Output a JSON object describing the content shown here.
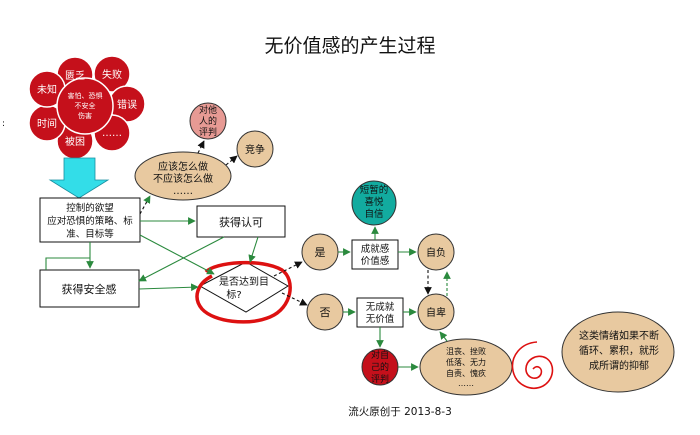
{
  "title": "无价值感的产生过程",
  "footer": "流火原创于 2013-8-3",
  "cluster": {
    "center": [
      "害怕、恐惧",
      "不安全",
      "伤害"
    ],
    "petals": [
      "匮乏",
      "失败",
      "错误",
      "……",
      "被困",
      "时间",
      "未知"
    ]
  },
  "nodes": {
    "desire": [
      "控制的欲望",
      "应对恐惧的策略、标",
      "准、目标等"
    ],
    "approval": "获得认可",
    "security": "获得安全感",
    "should": [
      "应该怎么做",
      "不应该怎么做",
      "……"
    ],
    "others_eval": [
      "对他",
      "人的",
      "评判"
    ],
    "compete": "竞争",
    "reached": [
      "是否达到目",
      "标?"
    ],
    "yes": "是",
    "no": "否",
    "achievement": [
      "成就感",
      "价值感"
    ],
    "short_joy": [
      "短暂的",
      "喜悦",
      "自信"
    ],
    "conceit": "自负",
    "inferior": "自卑",
    "no_achievement": [
      "无成就",
      "无价值"
    ],
    "self_eval": [
      "对自",
      "己的",
      "评判"
    ],
    "emotions": [
      "沮丧、挫败",
      "低落、无力",
      "自责、愧疚",
      "……"
    ],
    "depression_note": [
      "这类情绪如果不断",
      "循环、累积，就形",
      "成所谓的抑郁"
    ]
  },
  "colors": {
    "red": "#c5101b",
    "tan": "#e8c9a0",
    "teal": "#12ab9f",
    "cyan": "#33dde8",
    "green": "#2b8a3e",
    "pink": "#e79a94",
    "annotation_red": "#dd1111"
  }
}
